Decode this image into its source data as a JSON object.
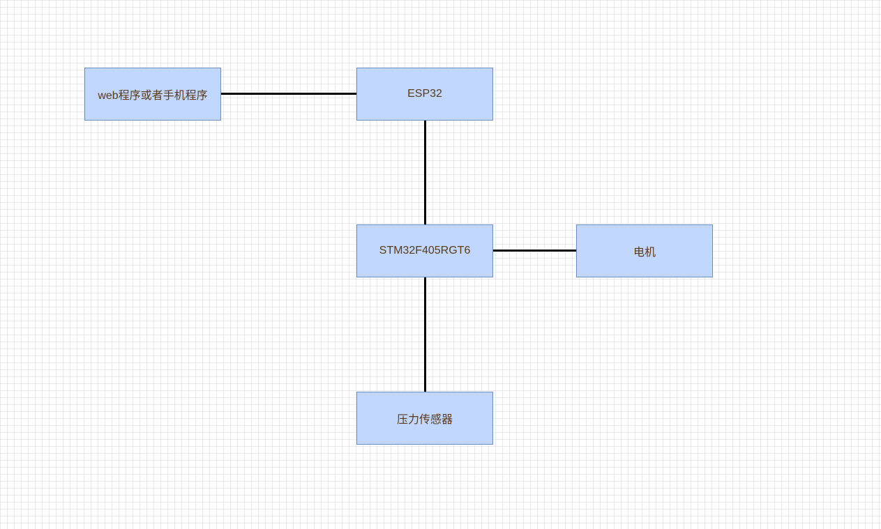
{
  "colors": {
    "node_fill": "#c2d7fd",
    "node_border": "#6c8ebf",
    "node_text": "#5a3a1a",
    "edge": "#000000",
    "grid": "#e8e8e8"
  },
  "diagram": {
    "nodes": {
      "web": {
        "label": "web程序或者手机程序"
      },
      "esp32": {
        "label": "ESP32"
      },
      "stm32": {
        "label": "STM32F405RGT6"
      },
      "motor": {
        "label": "电机"
      },
      "sensor": {
        "label": "压力传感器"
      }
    },
    "edges": [
      {
        "from": "web",
        "to": "esp32"
      },
      {
        "from": "esp32",
        "to": "stm32"
      },
      {
        "from": "stm32",
        "to": "motor"
      },
      {
        "from": "stm32",
        "to": "sensor"
      }
    ]
  }
}
